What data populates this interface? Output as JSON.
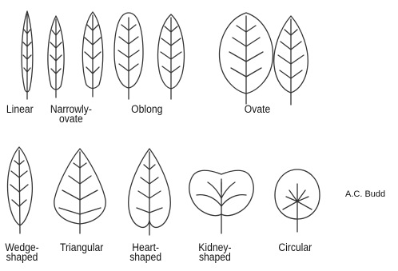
{
  "figure": {
    "credit": "A.C. Budd",
    "colors": {
      "ink": "#111111",
      "background": "#ffffff"
    }
  },
  "labels": {
    "linear": "Linear",
    "narrowly_ovate": [
      "Narrowly-",
      "ovate"
    ],
    "oblong": "Oblong",
    "ovate": "Ovate",
    "wedge_shaped": [
      "Wedge-",
      "shaped"
    ],
    "triangular": "Triangular",
    "heart_shaped": [
      "Heart-",
      "shaped"
    ],
    "kidney_shaped": [
      "Kidney-",
      "shaped"
    ],
    "circular": "Circular"
  }
}
